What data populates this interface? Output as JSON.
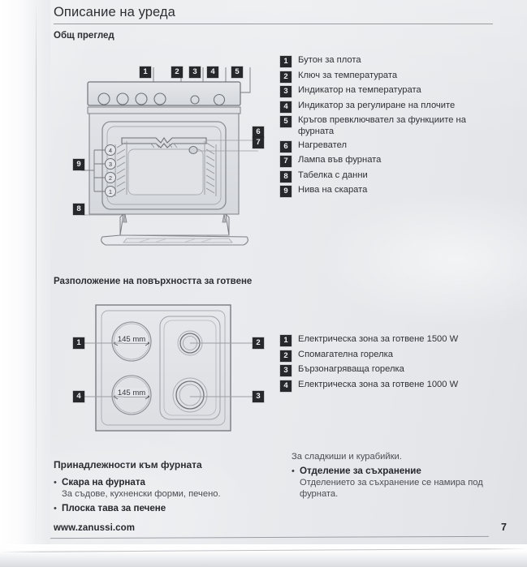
{
  "document": {
    "title": "Описание на уреда",
    "footer_url": "www.zanussi.com",
    "page_number": "7"
  },
  "sections": {
    "overview_heading": "Общ преглед",
    "layout_heading": "Разположение на повърхността за готвене",
    "accessories_heading": "Принадлежности към фурната"
  },
  "overview_legend": [
    {
      "num": "1",
      "text": "Бутон за плота"
    },
    {
      "num": "2",
      "text": "Ключ за температурата"
    },
    {
      "num": "3",
      "text": "Индикатор на температурата"
    },
    {
      "num": "4",
      "text": "Индикатор за регулиране на плочите"
    },
    {
      "num": "5",
      "text": "Кръгов превключвател за функциите на фурната"
    },
    {
      "num": "6",
      "text": "Нагревател"
    },
    {
      "num": "7",
      "text": "Лампа във фурната"
    },
    {
      "num": "8",
      "text": "Табелка с данни"
    },
    {
      "num": "9",
      "text": "Нива на скарата"
    }
  ],
  "hob_legend": [
    {
      "num": "1",
      "text": "Електрическа зона за готвене 1500 W"
    },
    {
      "num": "2",
      "text": "Спомагателна горелка"
    },
    {
      "num": "3",
      "text": "Бързонагряваща горелка"
    },
    {
      "num": "4",
      "text": "Електрическа зона за готвене 1000 W"
    }
  ],
  "oven_figure": {
    "callouts": [
      "1",
      "2",
      "3",
      "4",
      "5",
      "6",
      "7",
      "8",
      "9"
    ],
    "shelf_levels": [
      "4",
      "3",
      "2",
      "1"
    ]
  },
  "hob_figure": {
    "callouts": [
      "1",
      "2",
      "3",
      "4"
    ],
    "zone_label_top": "145 mm",
    "zone_label_bottom": "145 mm"
  },
  "accessories_left": [
    {
      "bullet": "•",
      "title": "Скара на фурната",
      "desc": "За съдове, кухненски форми, печено."
    },
    {
      "bullet": "•",
      "title": "Плоска тава за печене",
      "desc": ""
    }
  ],
  "accessories_right": {
    "continuation": "За сладкиши и курабийки.",
    "items": [
      {
        "bullet": "•",
        "title": "Отделение за съхранение",
        "desc": "Отделението за съхранение се намира под фурната."
      }
    ]
  },
  "colors": {
    "paper": "#e8eaed",
    "ink": "#2e3135",
    "badge_bg": "#26282b",
    "badge_fg": "#f2f3f4",
    "rule": "#9a9ea4",
    "line_art": "#6f7378"
  }
}
